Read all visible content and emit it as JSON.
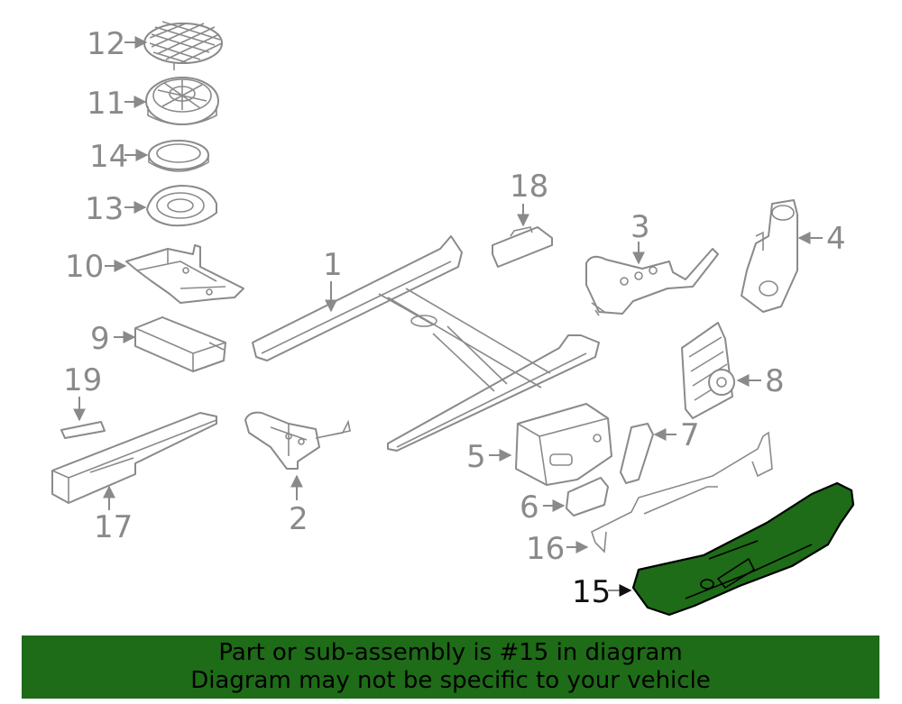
{
  "callouts": {
    "c1": "1",
    "c2": "2",
    "c3": "3",
    "c4": "4",
    "c5": "5",
    "c6": "6",
    "c7": "7",
    "c8": "8",
    "c9": "9",
    "c10": "10",
    "c11": "11",
    "c12": "12",
    "c13": "13",
    "c14": "14",
    "c15": "15",
    "c16": "16",
    "c17": "17",
    "c18": "18",
    "c19": "19"
  },
  "highlight": {
    "part": "15",
    "color": "#1e6b18"
  },
  "banner": {
    "line1": "Part or sub-assembly is #15 in diagram",
    "line2": "Diagram may not be specific to your vehicle",
    "background": "#1e6b18"
  }
}
